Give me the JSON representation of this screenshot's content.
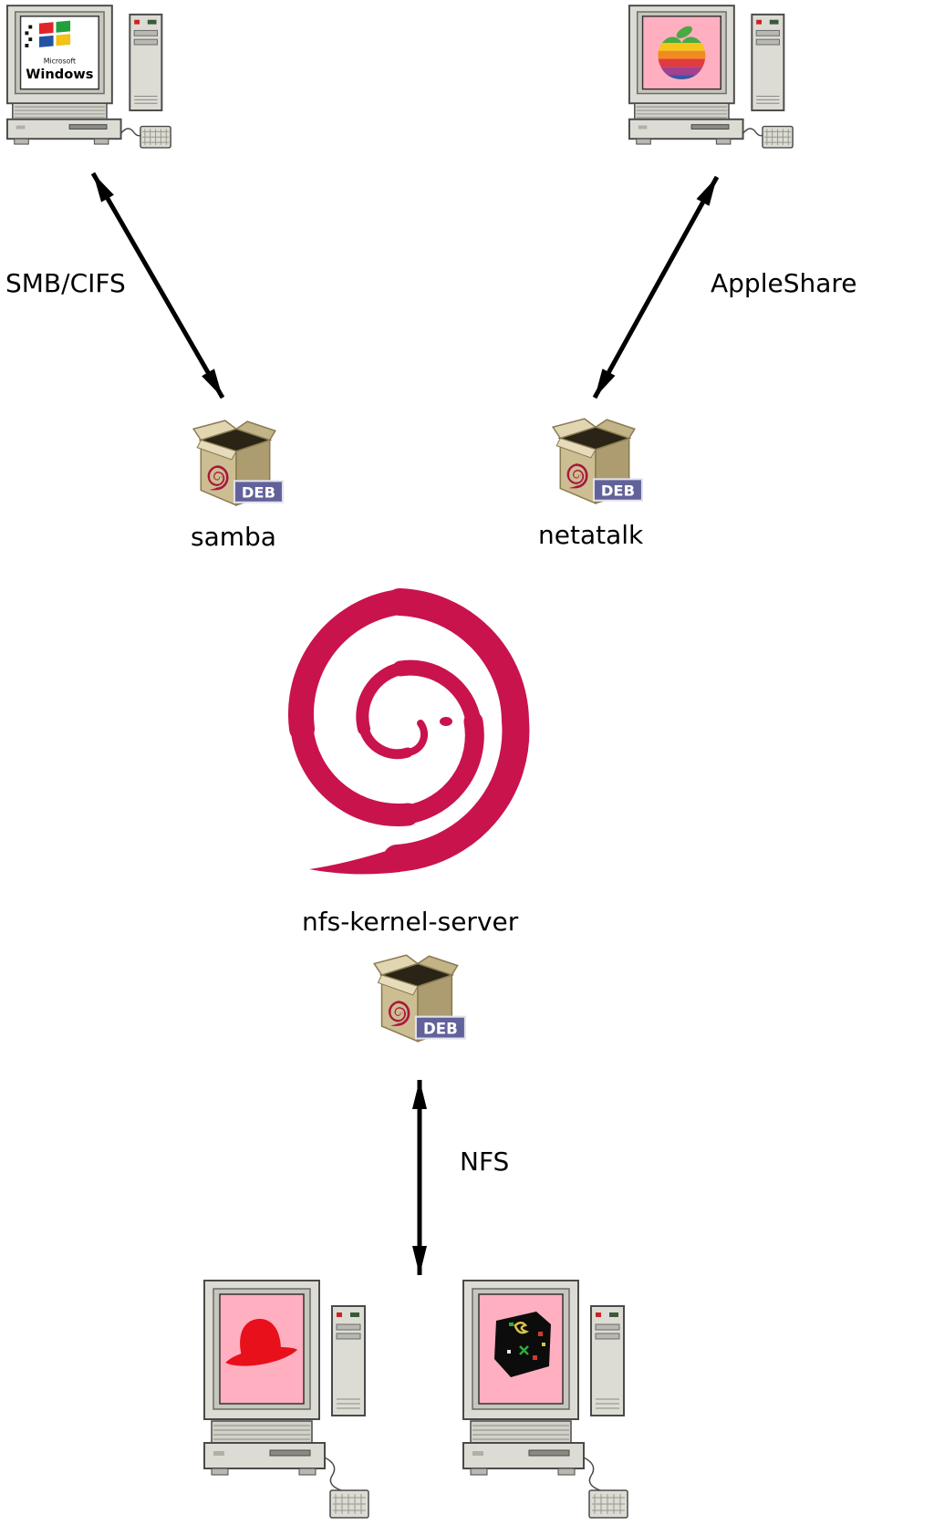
{
  "labels": {
    "smb": "SMB/CIFS",
    "appleshare": "AppleShare",
    "samba": "samba",
    "netatalk": "netatalk",
    "nfs_package": "nfs-kernel-server",
    "nfs": "NFS"
  },
  "deb_badge_label": "DEB",
  "windows_screen": {
    "line1": "Microsoft",
    "line2": "Windows"
  },
  "colors": {
    "debian_swirl": "#c9134d",
    "mini_swirl": "#a8173c",
    "arrow": "#000000",
    "screen_pink": "#ffafc0",
    "screen_white": "#ffffff",
    "box_tan": "#cdbd92",
    "badge_blue": "#62629a",
    "redhat_red": "#e8101a"
  },
  "nodes": [
    {
      "icon": "windows-computer-icon",
      "position": "top-left"
    },
    {
      "icon": "mac-computer-icon",
      "position": "top-right"
    },
    {
      "icon": "deb-package-icon",
      "label": "samba"
    },
    {
      "icon": "deb-package-icon",
      "label": "netatalk"
    },
    {
      "icon": "debian-swirl-logo",
      "position": "center"
    },
    {
      "icon": "deb-package-icon",
      "label": "nfs-kernel-server"
    },
    {
      "icon": "redhat-computer-icon",
      "position": "bottom-left"
    },
    {
      "icon": "unix-computer-icon",
      "position": "bottom-right"
    }
  ],
  "edges": [
    {
      "label": "SMB/CIFS",
      "from": "windows-computer",
      "to": "samba",
      "arrows": "both"
    },
    {
      "label": "AppleShare",
      "from": "mac-computer",
      "to": "netatalk",
      "arrows": "both"
    },
    {
      "label": "NFS",
      "from": "nfs-kernel-server",
      "to": "nfs-clients",
      "arrows": "both"
    }
  ]
}
